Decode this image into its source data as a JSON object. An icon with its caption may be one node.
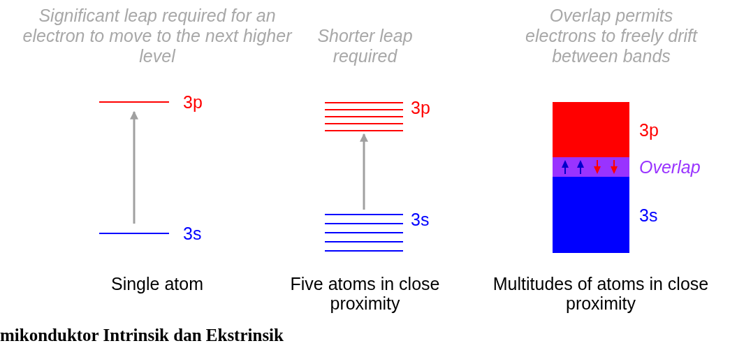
{
  "diagram": {
    "caption": "mikonduktor Intrinsik dan Ekstrinsik",
    "nodes": [
      {
        "text": [
          "3p"
        ]
      },
      {
        "text": [
          "3s"
        ]
      },
      {
        "text": [
          "3p"
        ]
      },
      {
        "text": [
          "3s"
        ]
      },
      {
        "text": [
          "3p"
        ]
      },
      {
        "text": [
          "Overlap"
        ]
      },
      {
        "text": [
          "3s"
        ]
      }
    ],
    "edges": [
      {
        "from": 1,
        "to": 0,
        "arrow": "to"
      },
      {
        "from": 3,
        "to": 2,
        "arrow": "to"
      }
    ],
    "labels": [
      "Significant leap required for an electron to move to the next higher level",
      "Shorter leap required",
      "Overlap permits electrons to freely drift between bands",
      "Single atom",
      "Five atoms in close proximity",
      "Multitudes of atoms in close proximity"
    ]
  }
}
